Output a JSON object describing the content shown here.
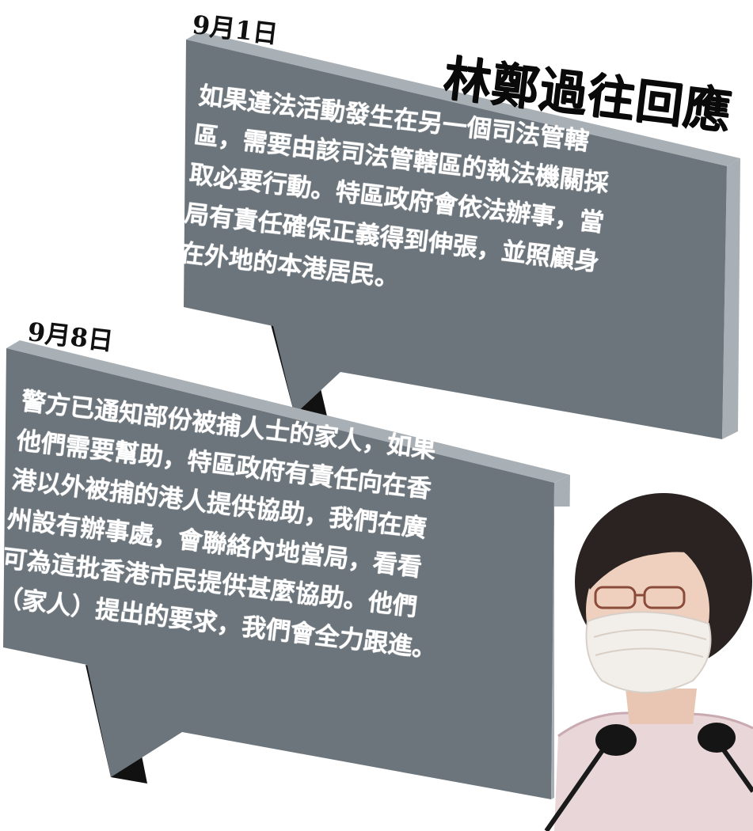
{
  "headline": "林鄭過往回應",
  "bubbles": [
    {
      "date": "9月1日",
      "lines": [
        "如果違法活動發生在另一個司法管轄",
        "區，需要由該司法管轄區的執法機關採",
        "取必要行動。特區政府會依法辦事，當",
        "局有責任確保正義得到伸張，並照顧身",
        "在外地的本港居民。"
      ]
    },
    {
      "date": "9月8日",
      "lines": [
        "警方已通知部份被捕人士的家人，如果",
        "他們需要幫助，特區政府有責任向在香",
        "港以外被捕的港人提供協助，我們在廣",
        "州設有辦事處，會聯絡內地當局，看看",
        "可為這批香港市民提供甚麼協助。他們",
        "（家人）提出的要求，我們會全力跟進。"
      ]
    }
  ],
  "colors": {
    "bubble_face": "#6c757c",
    "bubble_side": "#a9b0b5",
    "bubble_dark": "#111111",
    "text": "#ffffff"
  }
}
